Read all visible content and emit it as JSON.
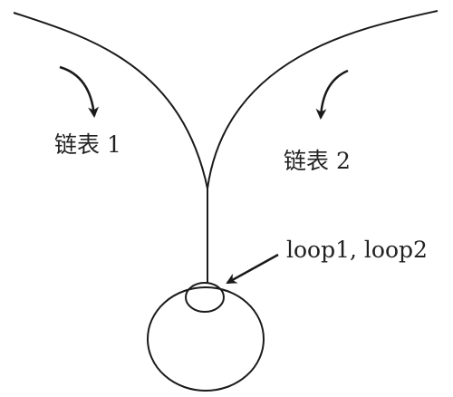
{
  "diagram": {
    "labels": {
      "list1": "链表 1",
      "list2": "链表 2",
      "loop": "loop1, loop2"
    },
    "colors": {
      "stroke": "#1a1a1a",
      "text": "#222222",
      "background": "#ffffff"
    }
  }
}
